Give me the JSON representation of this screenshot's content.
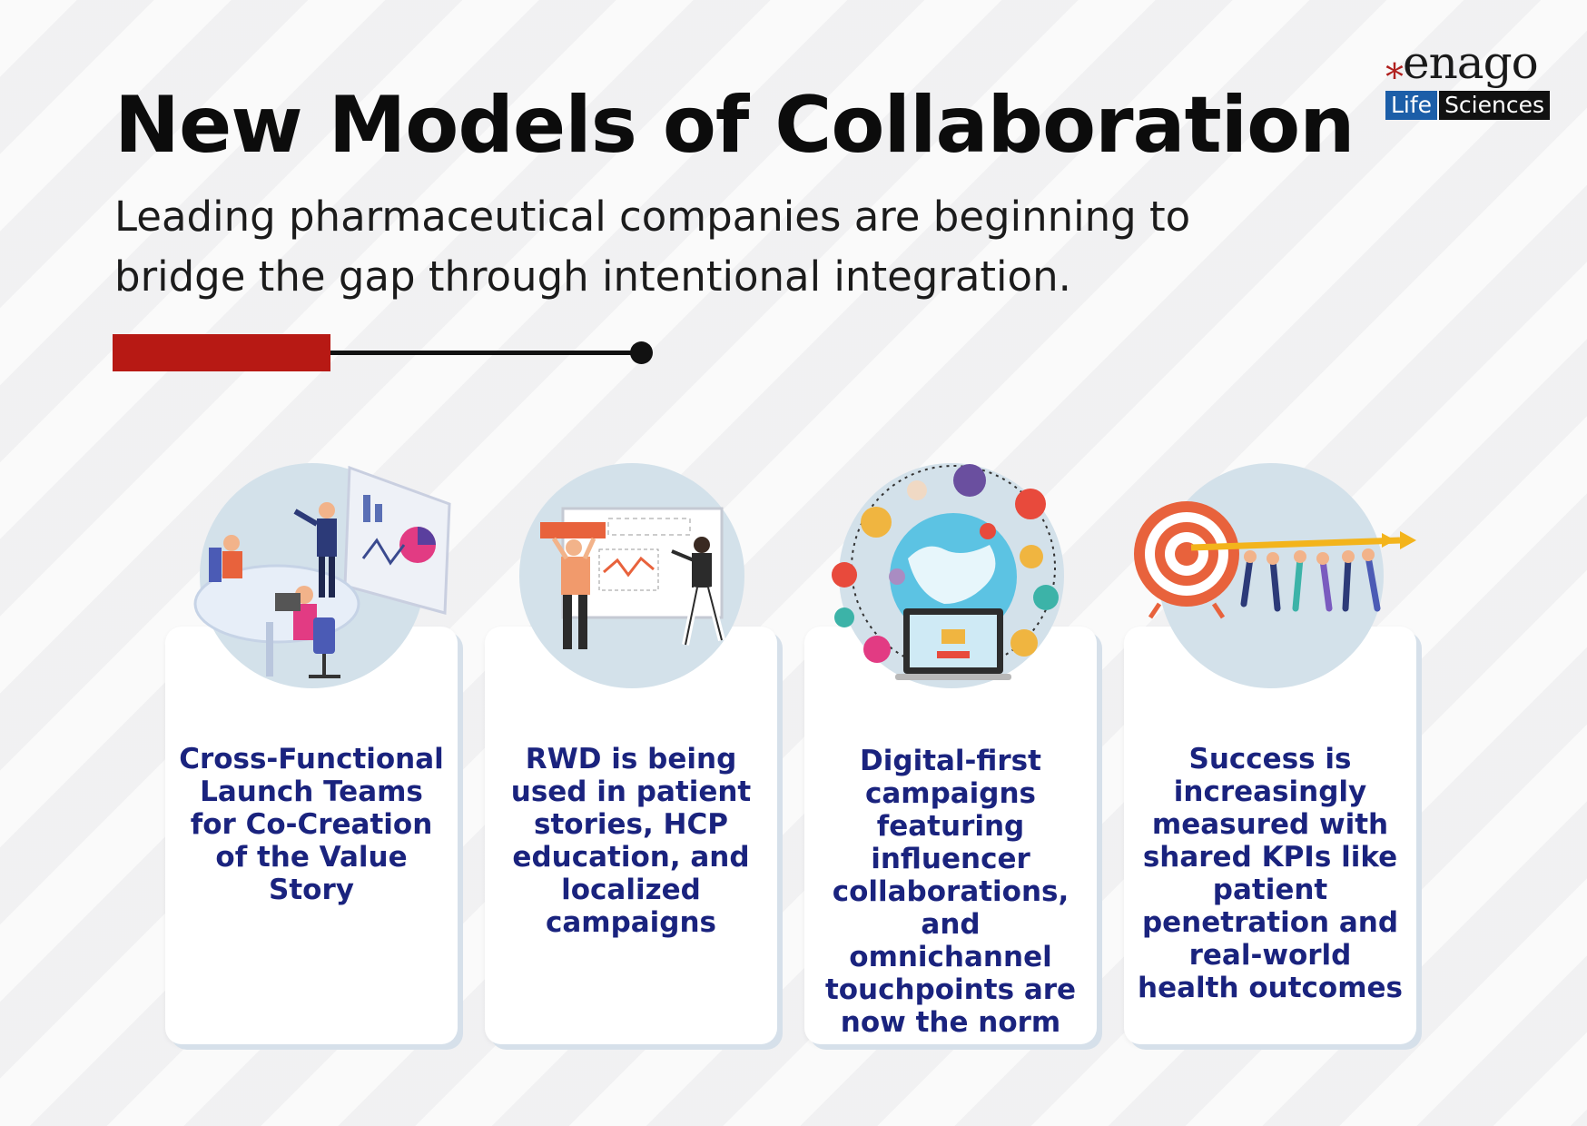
{
  "header": {
    "title": "New Models of Collaboration",
    "subtitle": "Leading pharmaceutical companies are beginning to bridge the gap through intentional integration."
  },
  "logo": {
    "brand": "enago",
    "tag_left": "Life",
    "tag_right": "Sciences"
  },
  "colors": {
    "accent_red": "#b71914",
    "card_text": "#1a237e",
    "circle_bg": "#d3e1ea"
  },
  "cards": [
    {
      "icon": "team-meeting-illustration",
      "text": "Cross-Functional Launch Teams for Co-Creation of the Value Story"
    },
    {
      "icon": "presentation-board-illustration",
      "text": "RWD is being used in patient stories, HCP education, and localized campaigns"
    },
    {
      "icon": "global-network-illustration",
      "text": "Digital-first campaigns featuring influencer collaborations, and omnichannel touchpoints are now the norm"
    },
    {
      "icon": "target-team-illustration",
      "text": "Success is increasingly measured with shared KPIs like patient penetration and real-world health outcomes"
    }
  ]
}
